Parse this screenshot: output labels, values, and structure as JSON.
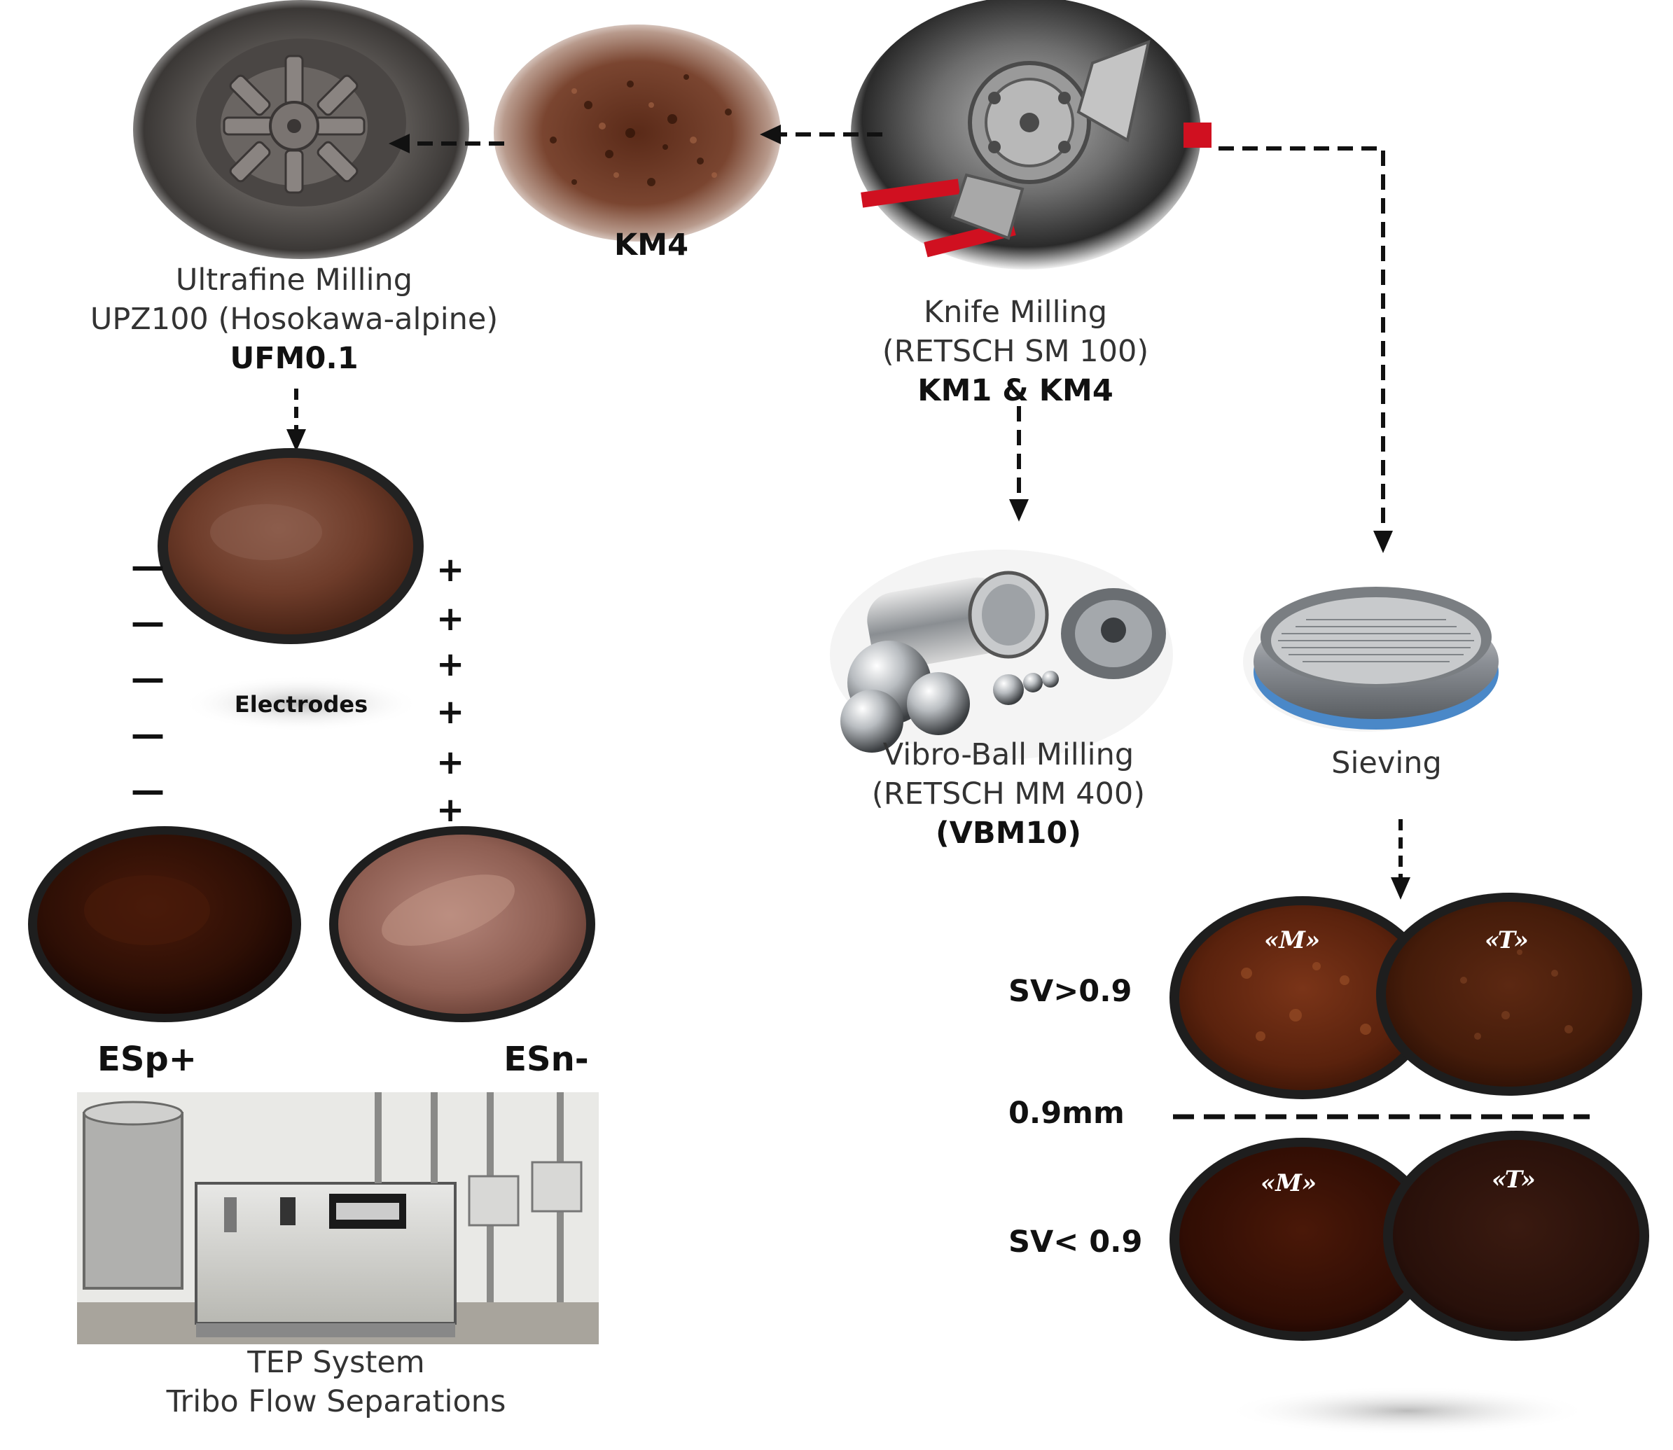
{
  "labels": {
    "ultrafine": {
      "line1": "Ultrafine Milling",
      "line2": "UPZ100 (Hosokawa-alpine)",
      "code": "UFM0.1"
    },
    "km4_sample": "KM4",
    "knife": {
      "line1": "Knife Milling",
      "line2": "(RETSCH SM 100)",
      "code": "KM1 & KM4"
    },
    "vibro": {
      "line1": "Vibro-Ball Milling",
      "line2": "(RETSCH MM 400)",
      "code": "(VBM10)"
    },
    "sieving": "Sieving",
    "electrodes": "Electrodes",
    "esp": "ESp+",
    "esn": "ESn-",
    "tep": {
      "line1": "TEP System",
      "line2": "Tribo Flow Separations"
    },
    "sv_above": "SV>0.9",
    "sv_below": "SV< 0.9",
    "threshold": "0.9mm",
    "sample_m": "«M»",
    "sample_t": "«T»",
    "minus": "—",
    "plus": "+"
  },
  "colors": {
    "powder_dark": "#3a1608",
    "powder_mid": "#6b2d17",
    "powder_light": "#a87060",
    "steel": "#9aa0a6",
    "red_accent": "#d01020",
    "arrow": "#111111"
  }
}
